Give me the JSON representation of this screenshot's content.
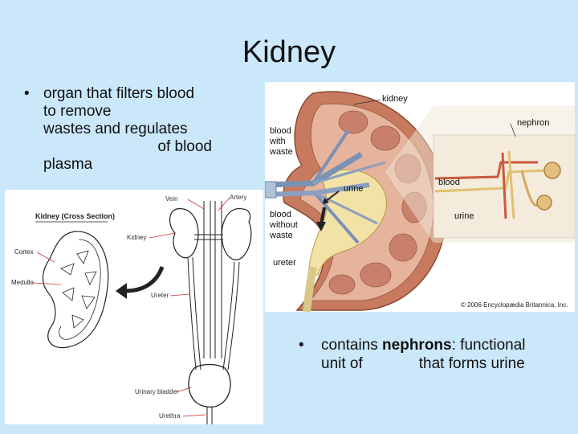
{
  "title": "Kidney",
  "bullets": {
    "left": {
      "marker": "•",
      "lines": [
        "organ that filters blood",
        "to remove",
        "wastes and regulates",
        "of blood",
        "plasma"
      ]
    },
    "right": {
      "marker": "•",
      "line1_pre": "contains ",
      "line1_bold": "nephrons",
      "line1_post": ": functional",
      "line2_a": "unit of",
      "line2_b": "that forms urine"
    }
  },
  "figure_left": {
    "heading": "Kidney (Cross Section)",
    "labels": {
      "vein": "Vein",
      "artery": "Artery",
      "kidney": "Kidney",
      "cortex": "Cortex",
      "medulla": "Medulla",
      "ureter": "Ureter",
      "bladder": "Urinary bladder",
      "urethra": "Urethra"
    }
  },
  "figure_right": {
    "labels": {
      "kidney": "kidney",
      "blood_waste_1": "blood",
      "blood_waste_2": "with",
      "blood_waste_3": "waste",
      "nephron": "nephron",
      "urine": "urine",
      "blood_clean_1": "blood",
      "blood_clean_2": "without",
      "blood_clean_3": "waste",
      "ureter": "ureter",
      "blood_inset": "blood",
      "urine_inset": "urine",
      "copyright": "© 2006 Encyclopædia Britannica, Inc."
    }
  }
}
